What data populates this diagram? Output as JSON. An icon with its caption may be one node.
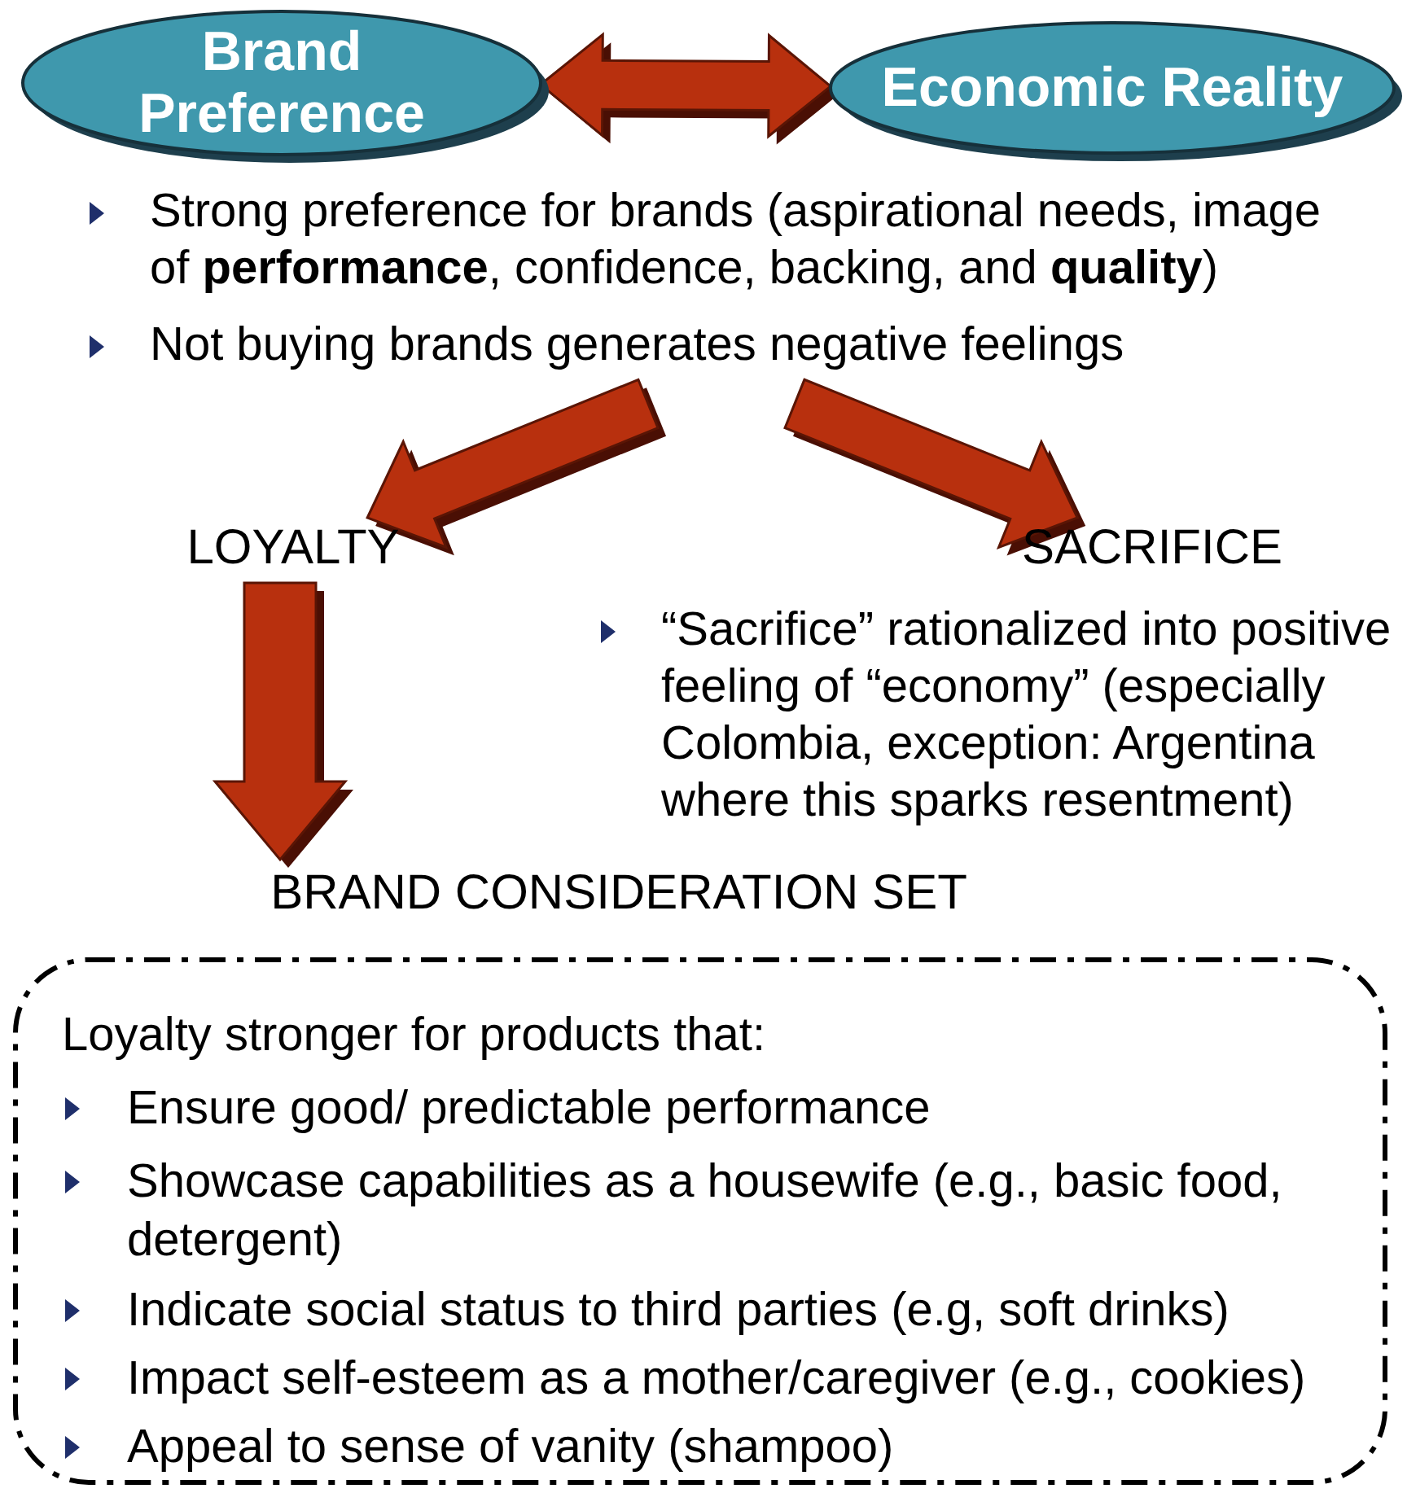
{
  "diagram": {
    "nodes": [
      {
        "text": [
          "Brand Preference"
        ]
      },
      {
        "text": [
          "Economic Reality"
        ]
      },
      {
        "text": [
          "LOYALTY"
        ]
      },
      {
        "text": [
          "SACRIFICE"
        ]
      },
      {
        "text": [
          "BRAND CONSIDERATION SET"
        ]
      },
      {
        "text": [
          "Loyalty stronger for products that:",
          "Ensure good/ predictable performance",
          "Showcase capabilities as a housewife (e.g., basic food, detergent)",
          "Indicate social status to third parties (e.g, soft drinks)",
          "Impact self-esteem as a mother/caregiver (e.g., cookies)",
          "Appeal to sense of vanity (shampoo)"
        ]
      }
    ],
    "edges": [
      {
        "from": 0,
        "to": 1,
        "arrow": "both"
      },
      {
        "from": null,
        "to": 2,
        "arrow": "to"
      },
      {
        "from": null,
        "to": 3,
        "arrow": "to"
      },
      {
        "from": 2,
        "to": 4,
        "arrow": "to"
      }
    ],
    "labels": [
      "Strong preference for brands (aspirational needs, image of **performance**, confidence, backing, and **quality**)",
      "Not buying brands generates negative feelings",
      "“Sacrifice” rationalized into positive feeling of “economy” (especially Colombia, exception:  Argentina where this sparks resentment)"
    ]
  }
}
